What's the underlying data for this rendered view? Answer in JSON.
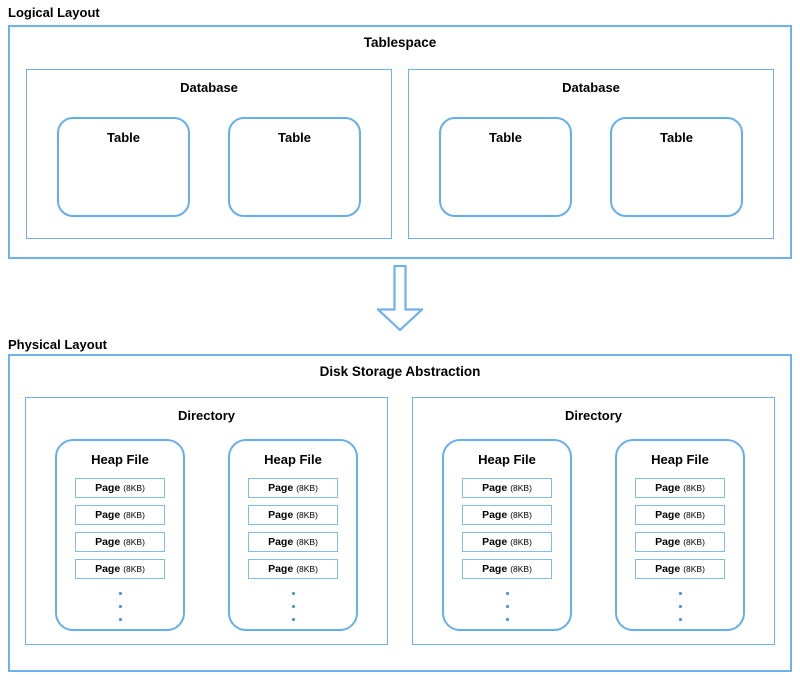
{
  "colors": {
    "border_blue": "#6FB1EC",
    "rounded_border_blue": "#66AFEE",
    "page_border_blue": "#7FBCF2",
    "dot_blue": "#4E97DD",
    "text": "#000000",
    "background": "#FFFFFF"
  },
  "icons": {
    "down_arrow": "down-arrow-icon",
    "vertical_ellipsis": "vertical-ellipsis-icon"
  },
  "logical": {
    "section_label": "Logical Layout",
    "container": {
      "title": "Tablespace"
    },
    "databases": [
      {
        "title": "Database",
        "tables": [
          {
            "title": "Table"
          },
          {
            "title": "Table"
          }
        ]
      },
      {
        "title": "Database",
        "tables": [
          {
            "title": "Table"
          },
          {
            "title": "Table"
          }
        ]
      }
    ]
  },
  "physical": {
    "section_label": "Physical Layout",
    "container": {
      "title": "Disk Storage Abstraction"
    },
    "directories": [
      {
        "title": "Directory",
        "heap_files": [
          {
            "title": "Heap File",
            "pages": [
              {
                "label": "Page",
                "size": "(8KB)"
              },
              {
                "label": "Page",
                "size": "(8KB)"
              },
              {
                "label": "Page",
                "size": "(8KB)"
              },
              {
                "label": "Page",
                "size": "(8KB)"
              }
            ]
          },
          {
            "title": "Heap File",
            "pages": [
              {
                "label": "Page",
                "size": "(8KB)"
              },
              {
                "label": "Page",
                "size": "(8KB)"
              },
              {
                "label": "Page",
                "size": "(8KB)"
              },
              {
                "label": "Page",
                "size": "(8KB)"
              }
            ]
          }
        ]
      },
      {
        "title": "Directory",
        "heap_files": [
          {
            "title": "Heap File",
            "pages": [
              {
                "label": "Page",
                "size": "(8KB)"
              },
              {
                "label": "Page",
                "size": "(8KB)"
              },
              {
                "label": "Page",
                "size": "(8KB)"
              },
              {
                "label": "Page",
                "size": "(8KB)"
              }
            ]
          },
          {
            "title": "Heap File",
            "pages": [
              {
                "label": "Page",
                "size": "(8KB)"
              },
              {
                "label": "Page",
                "size": "(8KB)"
              },
              {
                "label": "Page",
                "size": "(8KB)"
              },
              {
                "label": "Page",
                "size": "(8KB)"
              }
            ]
          }
        ]
      }
    ]
  }
}
